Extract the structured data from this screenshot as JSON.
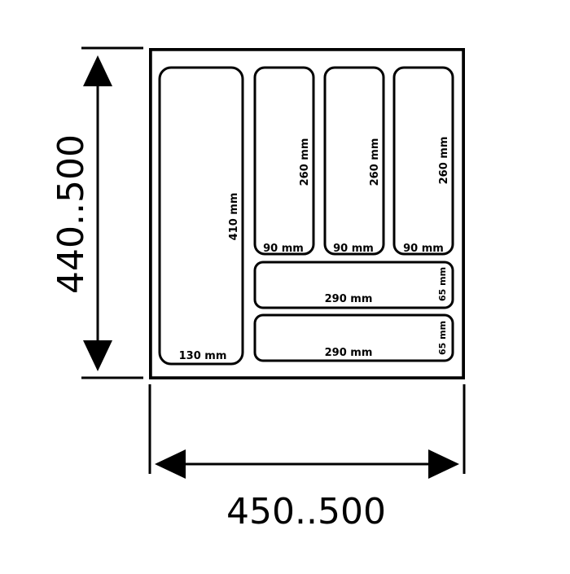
{
  "dimensions": {
    "height_range": "440..500",
    "width_range": "450..500"
  },
  "compartments": {
    "long_tray": {
      "length": "410 mm",
      "width": "130 mm"
    },
    "narrow_tray_1": {
      "length": "260 mm",
      "width": "90 mm"
    },
    "narrow_tray_2": {
      "length": "260 mm",
      "width": "90 mm"
    },
    "narrow_tray_3": {
      "length": "260 mm",
      "width": "90 mm"
    },
    "horizontal_tray_1": {
      "length": "290 mm",
      "width": "65 mm"
    },
    "horizontal_tray_2": {
      "length": "290 mm",
      "width": "65 mm"
    }
  },
  "colors": {
    "line": "#000000",
    "background": "#ffffff"
  }
}
